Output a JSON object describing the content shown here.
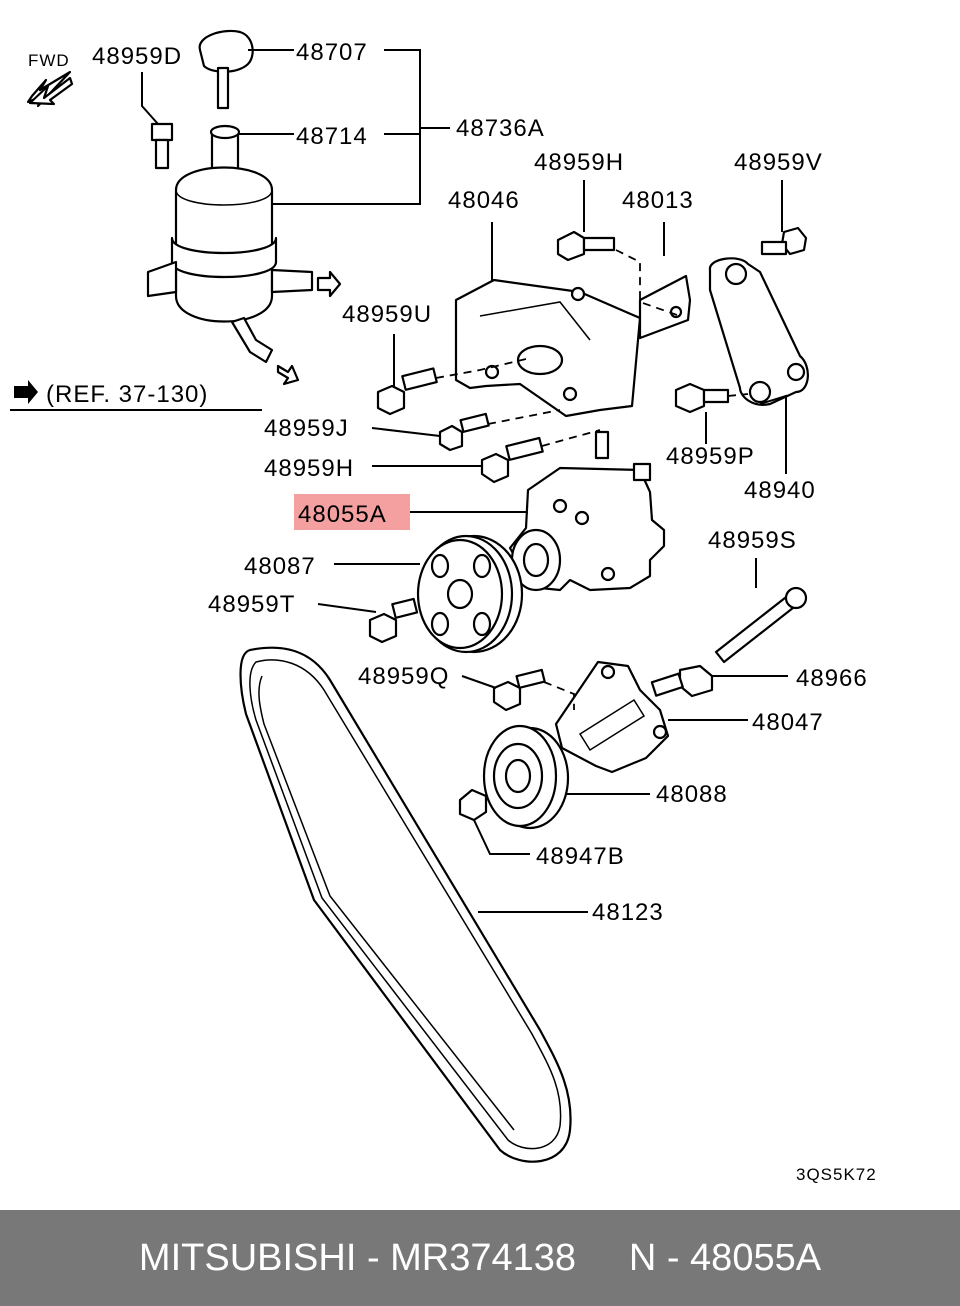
{
  "direction_label": "FWD",
  "reference_note": "(REF. 37-130)",
  "diagram_code": "3QS5K72",
  "highlight_color": "#f4a0a0",
  "parts": {
    "p48959D": "48959D",
    "p48707": "48707",
    "p48714": "48714",
    "p48736A": "48736A",
    "p48959H_top": "48959H",
    "p48959V": "48959V",
    "p48046": "48046",
    "p48013": "48013",
    "p48959U": "48959U",
    "p48959J": "48959J",
    "p48959H_mid": "48959H",
    "p48959P": "48959P",
    "p48940": "48940",
    "p48055A": "48055A",
    "p48087": "48087",
    "p48959S": "48959S",
    "p48959T": "48959T",
    "p48959Q": "48959Q",
    "p48966": "48966",
    "p48047": "48047",
    "p48088": "48088",
    "p48947B": "48947B",
    "p48123": "48123"
  },
  "footer": {
    "text": "MITSUBISHI - MR374138     N - 48055A"
  }
}
